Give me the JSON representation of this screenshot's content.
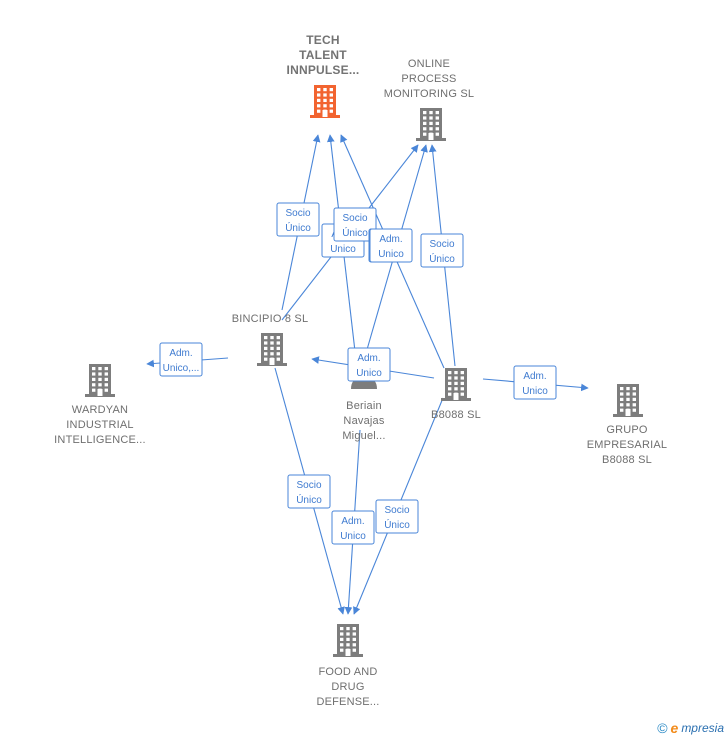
{
  "colors": {
    "building": "#7d7d7d",
    "building_highlight": "#f26430",
    "edge": "#4a86d8",
    "label": "#6f6f6f"
  },
  "nodes": [
    {
      "id": "tech-talent",
      "lines": [
        "TECH",
        "TALENT",
        "INNPULSE..."
      ],
      "icon": "building-icon",
      "highlight": true,
      "bold": true
    },
    {
      "id": "online-process",
      "lines": [
        "ONLINE",
        "PROCESS",
        "MONITORING SL"
      ],
      "icon": "building-icon",
      "highlight": false,
      "bold": false
    },
    {
      "id": "bincipio",
      "lines": [
        "BINCIPIO 8  SL"
      ],
      "icon": "building-icon",
      "highlight": false,
      "bold": false
    },
    {
      "id": "wardyan",
      "lines": [
        "WARDYAN",
        "INDUSTRIAL",
        "INTELLIGENCE..."
      ],
      "icon": "building-icon",
      "highlight": false,
      "bold": false
    },
    {
      "id": "beriain",
      "lines": [
        "Beriain",
        "Navajas",
        "Miguel..."
      ],
      "icon": "person-icon",
      "highlight": false,
      "bold": false
    },
    {
      "id": "b8088",
      "lines": [
        "B8088  SL"
      ],
      "icon": "building-icon",
      "highlight": false,
      "bold": false
    },
    {
      "id": "grupo",
      "lines": [
        "GRUPO",
        "EMPRESARIAL",
        "B8088  SL"
      ],
      "icon": "building-icon",
      "highlight": false,
      "bold": false
    },
    {
      "id": "food-drug",
      "lines": [
        "FOOD AND",
        "DRUG",
        "DEFENSE..."
      ],
      "icon": "building-icon",
      "highlight": false,
      "bold": false
    }
  ],
  "edges": [
    {
      "from": "bincipio",
      "to": "tech-talent",
      "label": [
        "Socio",
        "Único"
      ]
    },
    {
      "from": "beriain",
      "to": "tech-talent",
      "label": [
        "Adm.",
        "Unico"
      ]
    },
    {
      "from": "b8088",
      "to": "tech-talent",
      "label": [
        "Socio",
        "Único"
      ]
    },
    {
      "from": "bincipio",
      "to": "online-process",
      "label": [
        "Socio",
        "Único"
      ]
    },
    {
      "from": "beriain",
      "to": "online-process",
      "label": [
        "Adm.",
        "Unico"
      ]
    },
    {
      "from": "b8088",
      "to": "online-process",
      "label": [
        "Socio",
        "Único"
      ]
    },
    {
      "from": "bincipio",
      "to": "wardyan",
      "label": [
        "Adm.",
        "Unico,..."
      ]
    },
    {
      "from": "beriain",
      "to": "bincipio",
      "label": [
        "Adm.",
        "Unico"
      ]
    },
    {
      "from": "b8088",
      "to": "grupo",
      "label": [
        "Adm.",
        "Unico"
      ]
    },
    {
      "from": "bincipio",
      "to": "food-drug",
      "label": [
        "Socio",
        "Único"
      ]
    },
    {
      "from": "beriain",
      "to": "food-drug",
      "label": [
        "Adm.",
        "Unico"
      ]
    },
    {
      "from": "b8088",
      "to": "food-drug",
      "label": [
        "Socio",
        "Único"
      ]
    }
  ],
  "footer": {
    "copyright": "©",
    "brand_initial": "e",
    "brand_rest": "mpresia"
  }
}
